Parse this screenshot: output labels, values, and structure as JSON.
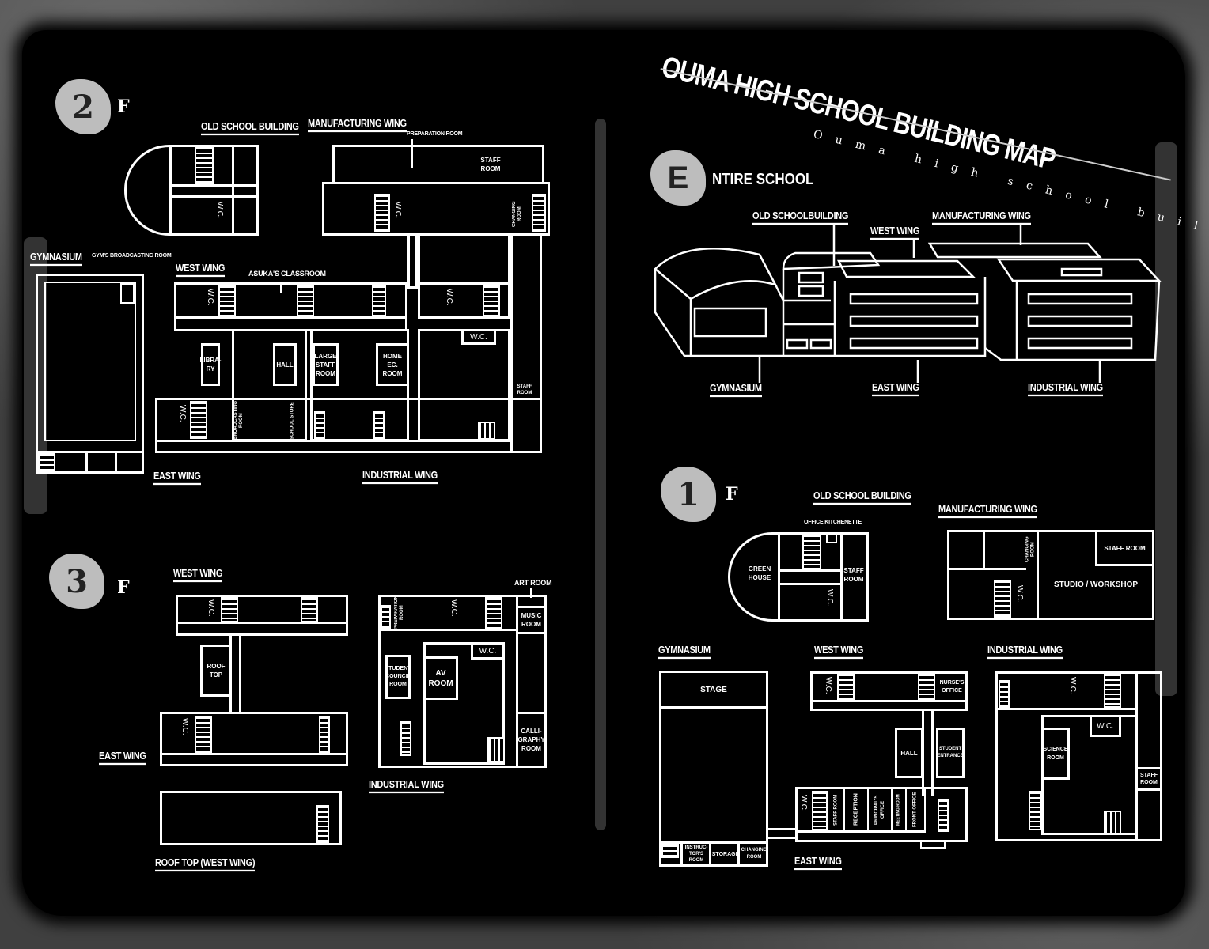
{
  "title": "OUMA HIGH SCHOOL BUILDING MAP",
  "subtitle": "Ouma high school building map",
  "entire": {
    "badge": "E",
    "heading": "NTIRE SCHOOL",
    "labels": {
      "old": "OLD SCHOOLBUILDING",
      "west": "WEST WING",
      "manufacturing": "MANUFACTURING WING",
      "gym": "GYMNASIUM",
      "east": "EAST WING",
      "industrial": "INDUSTRIAL WING"
    }
  },
  "floor2": {
    "badge": "2",
    "suffix": "F",
    "labels": {
      "old": "OLD SCHOOL BUILDING",
      "manufacturing": "MANUFACTURING WING",
      "gym": "GYMNASIUM",
      "west": "WEST WING",
      "east": "EAST WING",
      "industrial": "INDUSTRIAL WING"
    },
    "rooms": {
      "prep": "PREPARATION ROOM",
      "staff": "STAFF ROOM",
      "changing": "CHANGING ROOM",
      "gym_broadcast": "GYM'S BROADCASTING ROOM",
      "asuka": "ASUKA'S CLASSROOM",
      "library": "LIBRA- RY",
      "hall": "HALL",
      "large_staff": "LARGE STAFF ROOM",
      "home_ec": "HOME EC. ROOM",
      "wc": "W.C.",
      "staff2": "STAFF ROOM",
      "broadcasting": "BROADCASTING ROOM",
      "store": "SCHOOL STORE"
    }
  },
  "floor3": {
    "badge": "3",
    "suffix": "F",
    "labels": {
      "west": "WEST WING",
      "east": "EAST WING",
      "industrial": "INDUSTRIAL WING",
      "rooftop_west": "ROOF TOP (WEST WING)"
    },
    "rooms": {
      "rooftop": "ROOF TOP",
      "art": "ART ROOM",
      "music": "MUSIC ROOM",
      "prep": "PREPARATION ROOM",
      "council": "STUDENT COUNCIL ROOM",
      "av": "AV ROOM",
      "wc": "W.C.",
      "calligraphy": "CALLI- GRAPHY ROOM"
    }
  },
  "floor1": {
    "badge": "1",
    "suffix": "F",
    "labels": {
      "old": "OLD SCHOOL BUILDING",
      "manufacturing": "MANUFACTURING WING",
      "gym": "GYMNASIUM",
      "west": "WEST WING",
      "industrial": "INDUSTRIAL WING",
      "east": "EAST WING"
    },
    "rooms": {
      "kitchenette": "OFFICE KITCHENETTE",
      "greenhouse": "GREEN HOUSE",
      "staff_old": "STAFF ROOM",
      "changing_m": "CHANGING ROOM",
      "staff_m": "STAFF ROOM",
      "studio": "STUDIO / WORKSHOP",
      "stage": "STAGE",
      "instructor": "INSTRUC- TOR'S ROOM",
      "storage": "STORAGE",
      "changing_g": "CHANGING ROOM",
      "nurse": "NURSE'S OFFICE",
      "hall": "HALL",
      "entrance": "STUDENT ENTRANCE",
      "staff_e": "STAFF ROOM",
      "reception": "RECEPTION",
      "principal": "PRINCIPAL'S OFFICE",
      "meeting": "MEETING ROOM",
      "front": "FRONT OFFICE",
      "science": "SCIENCE ROOM",
      "wc": "W.C.",
      "staff_i": "STAFF ROOM"
    }
  }
}
